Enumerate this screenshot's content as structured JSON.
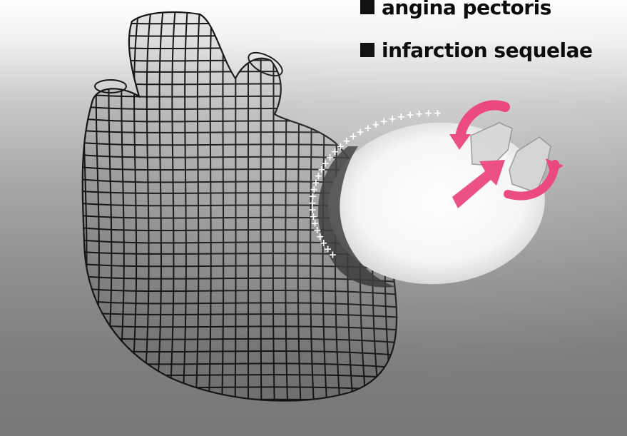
{
  "labels": [
    {
      "text": "angina pectoris"
    },
    {
      "text": "infarction sequelae"
    }
  ],
  "colors": {
    "arrow": "#e8306e",
    "mesh": "#161616",
    "plus": "#ffffff",
    "bullet": "#111111"
  },
  "icons": [
    "heart-wireframe",
    "electrode-disc",
    "curved-arrow",
    "straight-arrow"
  ]
}
